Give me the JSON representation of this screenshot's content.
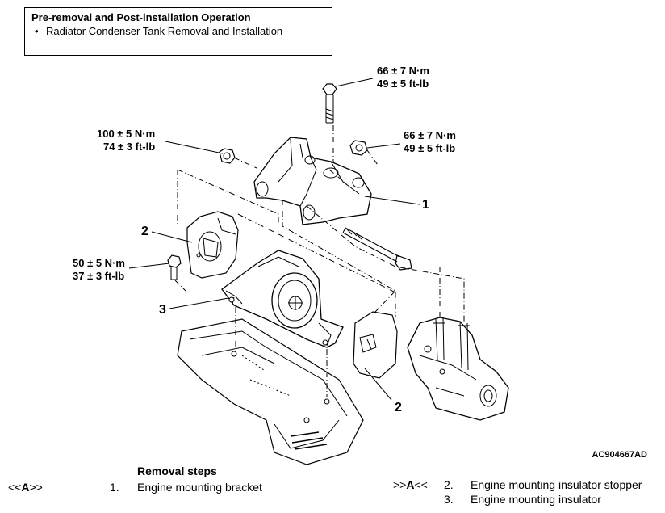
{
  "header_box": {
    "title": "Pre-removal and Post-installation Operation",
    "items": [
      "Radiator Condenser Tank Removal and Installation"
    ]
  },
  "torque_labels": [
    {
      "nm": "66 ± 7 N·m",
      "ftlb": "49 ± 5 ft-lb"
    },
    {
      "nm": "100 ± 5 N·m",
      "ftlb": "74 ± 3 ft-lb"
    },
    {
      "nm": "66 ± 7 N·m",
      "ftlb": "49 ± 5 ft-lb"
    },
    {
      "nm": "50 ± 5 N·m",
      "ftlb": "37 ± 3 ft-lb"
    }
  ],
  "callouts": [
    "1",
    "2",
    "3",
    "2"
  ],
  "figure_ref": "AC904667AD",
  "removal_steps": {
    "title": "Removal steps",
    "marks": {
      "a_left_pre": "<<",
      "a_letter": "A",
      "a_left_post": ">>",
      "a_right_pre": ">>",
      "a_right_post": "<<"
    },
    "steps": [
      {
        "num": "1.",
        "text": "Engine mounting bracket"
      },
      {
        "num": "2.",
        "text": "Engine mounting insulator stopper"
      },
      {
        "num": "3.",
        "text": "Engine mounting insulator"
      }
    ]
  }
}
